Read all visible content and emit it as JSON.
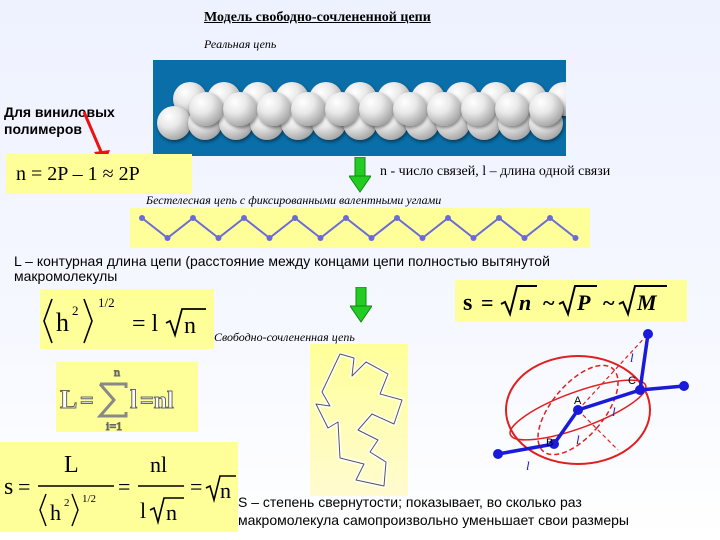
{
  "header": {
    "title": "Модель свободно-сочлененной цепи",
    "subtitle": "Реальная цепь"
  },
  "left_note": {
    "line1": "Для виниловых",
    "line2": "полимеров"
  },
  "formula_vinyl": "n = 2P – 1 ≈ 2P",
  "bonds_note": "n  - число связей, l – длина одной связи",
  "phantom_chain_caption": "Бестелесная цепь с фиксированными валентными углами",
  "contour": {
    "line1": "L – контурная длина цепи (расстояние между концами цепи полностью вытянутой",
    "line2": "макромолекулы"
  },
  "formulas": {
    "s_prop": {
      "s": "s",
      "eq": "=",
      "sqrt1": "n",
      "sim1": "~",
      "sqrt2": "P",
      "sim2": "~",
      "sqrt3": "M"
    },
    "h_rms": {
      "h": "h",
      "sq": "2",
      "half": "1/2",
      "eq": "= l",
      "n": "n"
    },
    "L_sum": {
      "L": "L",
      "eq": "=",
      "top": "n",
      "bottom": "i=1",
      "l": "l",
      "eq2": "=nl"
    },
    "s_def": {
      "s": "s",
      "eq": "=",
      "L": "L",
      "h": "h",
      "sq": "2",
      "half": "1/2",
      "eq2": "=",
      "nl": "nl",
      "l": "l",
      "n1": "n",
      "eq3": "=",
      "n2": "n"
    }
  },
  "free_chain_caption": "Свободно-сочлененная цепь",
  "diagram_labels": {
    "l1": "l",
    "l2": "l",
    "l3": "l",
    "l4": "l",
    "A": "A",
    "B": "B",
    "C": "C"
  },
  "s_description": {
    "line1": "S – степень свернутости; показывает, во сколько раз",
    "line2": "макромолекула самопроизвольно уменьшает свои размеры"
  },
  "colors": {
    "yellow_box": "#ffff99",
    "chain_background": "#0a6ea8",
    "zigzag_line": "#6a6ad8",
    "node_blue": "#1a1ad8",
    "sphere_red": "#e02020",
    "arrow_green": "#22cc22",
    "arrow_red": "#ee1111"
  }
}
